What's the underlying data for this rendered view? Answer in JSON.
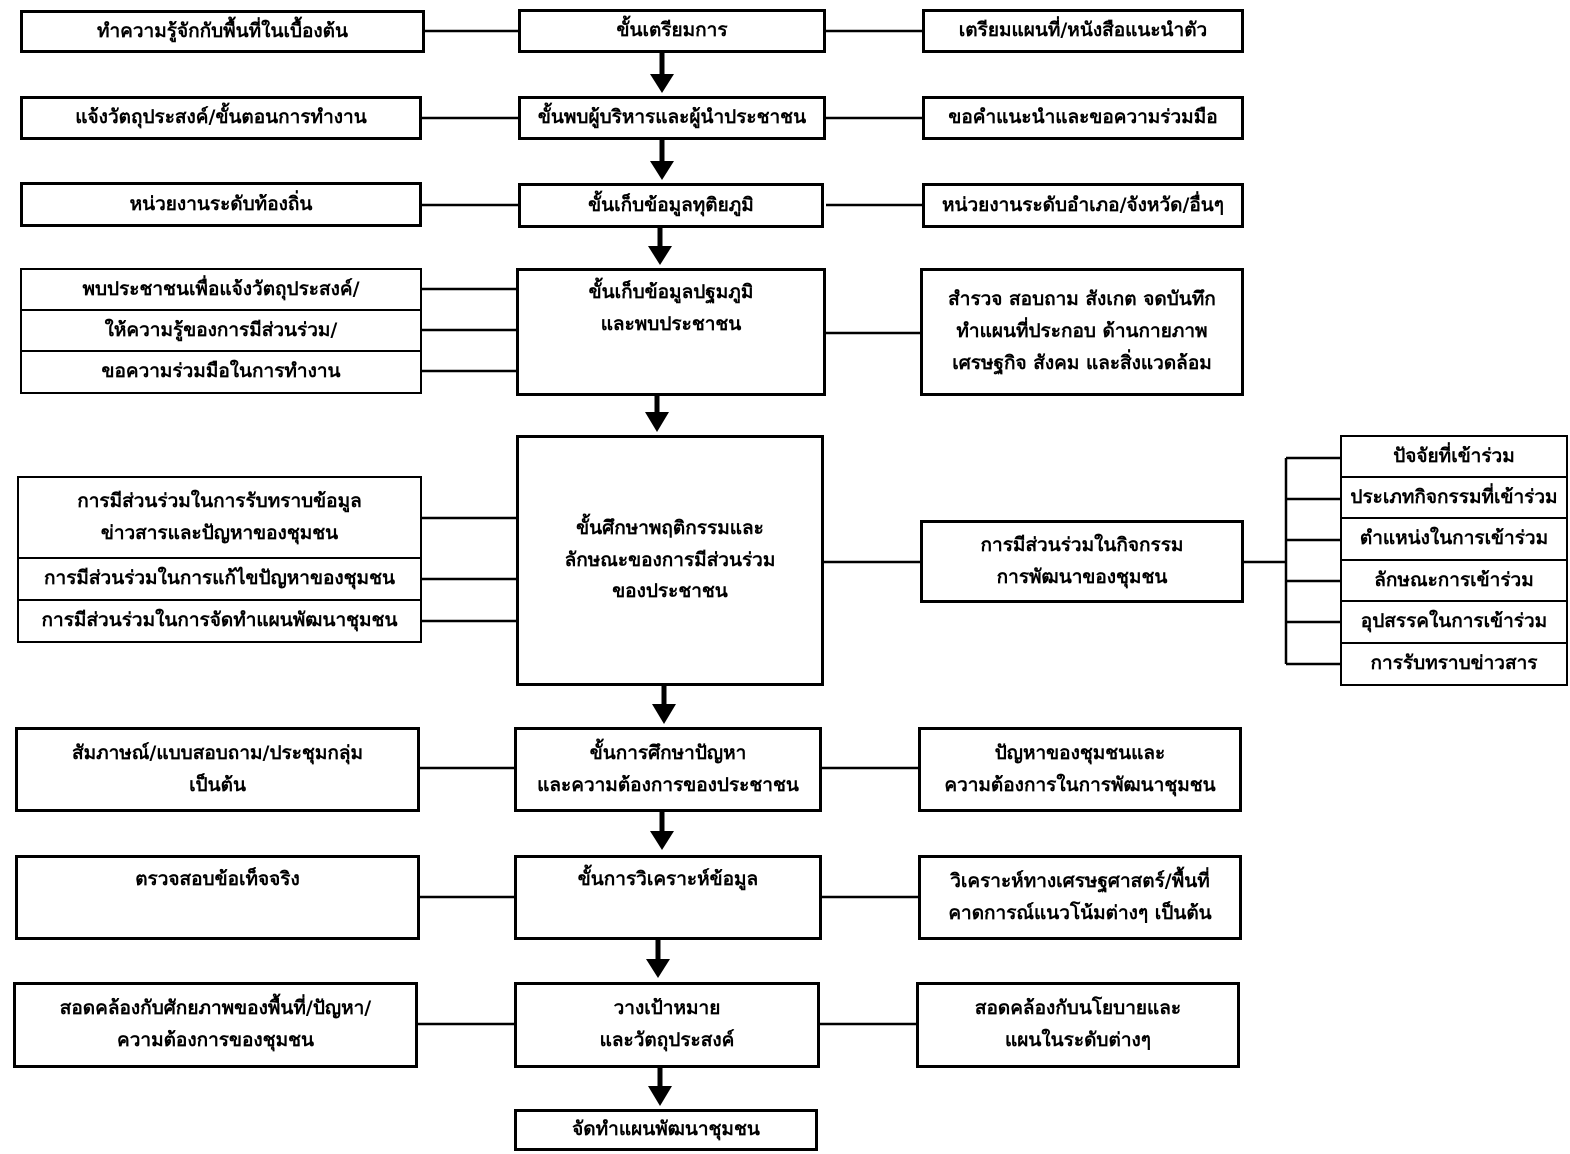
{
  "center": [
    {
      "id": "c1",
      "lines": [
        "ขั้นเตรียมการ"
      ]
    },
    {
      "id": "c2",
      "lines": [
        "ขั้นพบผู้บริหารและผู้นำประชาชน"
      ]
    },
    {
      "id": "c3",
      "lines": [
        "ขั้นเก็บข้อมูลทุติยภูมิ"
      ]
    },
    {
      "id": "c4",
      "lines": [
        "ขั้นเก็บข้อมูลปฐมภูมิ",
        "และพบประชาชน"
      ]
    },
    {
      "id": "c5",
      "lines": [
        "ขั้นศึกษาพฤติกรรมและ",
        "ลักษณะของการมีส่วนร่วม",
        "ของประชาชน"
      ]
    },
    {
      "id": "c6",
      "lines": [
        "ขั้นการศึกษาปัญหา",
        "และความต้องการของประชาชน"
      ]
    },
    {
      "id": "c7",
      "lines": [
        "ขั้นการวิเคราะห์ข้อมูล"
      ]
    },
    {
      "id": "c8",
      "lines": [
        "วางเป้าหมาย",
        "และวัตถุประสงค์"
      ]
    },
    {
      "id": "c9",
      "lines": [
        "จัดทำแผนพัฒนาชุมชน"
      ]
    }
  ],
  "left": [
    {
      "id": "l1",
      "lines": [
        "ทำความรู้จักกับพื้นที่ในเบื้องต้น"
      ]
    },
    {
      "id": "l2",
      "lines": [
        "แจ้งวัตถุประสงค์/ขั้นตอนการทำงาน"
      ]
    },
    {
      "id": "l3",
      "lines": [
        "หน่วยงานระดับท้องถิ่น"
      ]
    },
    {
      "id": "l4a",
      "lines": [
        "พบประชาชนเพื่อแจ้งวัตถุประสงค์/"
      ]
    },
    {
      "id": "l4b",
      "lines": [
        "ให้ความรู้ของการมีส่วนร่วม/"
      ]
    },
    {
      "id": "l4c",
      "lines": [
        "ขอความร่วมมือในการทำงาน"
      ]
    },
    {
      "id": "l5a",
      "lines": [
        "การมีส่วนร่วมในการรับทราบข้อมูล",
        "ข่าวสารและปัญหาของชุมชน"
      ]
    },
    {
      "id": "l5b",
      "lines": [
        "การมีส่วนร่วมในการแก้ไขปัญหาของชุมชน"
      ]
    },
    {
      "id": "l5c",
      "lines": [
        "การมีส่วนร่วมในการจัดทำแผนพัฒนาชุมชน"
      ]
    },
    {
      "id": "l6",
      "lines": [
        "สัมภาษณ์/แบบสอบถาม/ประชุมกลุ่ม",
        "เป็นต้น"
      ]
    },
    {
      "id": "l7",
      "lines": [
        "ตรวจสอบข้อเท็จจริง"
      ]
    },
    {
      "id": "l8",
      "lines": [
        "สอดคล้องกับศักยภาพของพื้นที่/ปัญหา/",
        "ความต้องการของชุมชน"
      ]
    }
  ],
  "right": [
    {
      "id": "r1",
      "lines": [
        "เตรียมแผนที่/หนังสือแนะนำตัว"
      ]
    },
    {
      "id": "r2",
      "lines": [
        "ขอคำแนะนำและขอความร่วมมือ"
      ]
    },
    {
      "id": "r3",
      "lines": [
        "หน่วยงานระดับอำเภอ/จังหวัด/อื่นๆ"
      ]
    },
    {
      "id": "r4",
      "lines": [
        "สำรวจ สอบถาม สังเกต จดบันทึก",
        "ทำแผนที่ประกอบ ด้านกายภาพ",
        "เศรษฐกิจ สังคม และสิ่งแวดล้อม"
      ]
    },
    {
      "id": "r5",
      "lines": [
        "การมีส่วนร่วมในกิจกรรม",
        "การพัฒนาของชุมชน"
      ]
    },
    {
      "id": "r6",
      "lines": [
        "ปัญหาของชุมชนและ",
        "ความต้องการในการพัฒนาชุมชน"
      ]
    },
    {
      "id": "r7",
      "lines": [
        "วิเคราะห์ทางเศรษฐศาสตร์/พื้นที่",
        "คาดการณ์แนวโน้มต่างๆ เป็นต้น"
      ]
    },
    {
      "id": "r8",
      "lines": [
        "สอดคล้องกับนโยบายและ",
        "แผนในระดับต่างๆ"
      ]
    }
  ],
  "far_right": [
    {
      "id": "f1",
      "lines": [
        "ปัจจัยที่เข้าร่วม"
      ]
    },
    {
      "id": "f2",
      "lines": [
        "ประเภทกิจกรรมที่เข้าร่วม"
      ]
    },
    {
      "id": "f3",
      "lines": [
        "ตำแหน่งในการเข้าร่วม"
      ]
    },
    {
      "id": "f4",
      "lines": [
        "ลักษณะการเข้าร่วม"
      ]
    },
    {
      "id": "f5",
      "lines": [
        "อุปสรรคในการเข้าร่วม"
      ]
    },
    {
      "id": "f6",
      "lines": [
        "การรับทราบข่าวสาร"
      ]
    }
  ]
}
